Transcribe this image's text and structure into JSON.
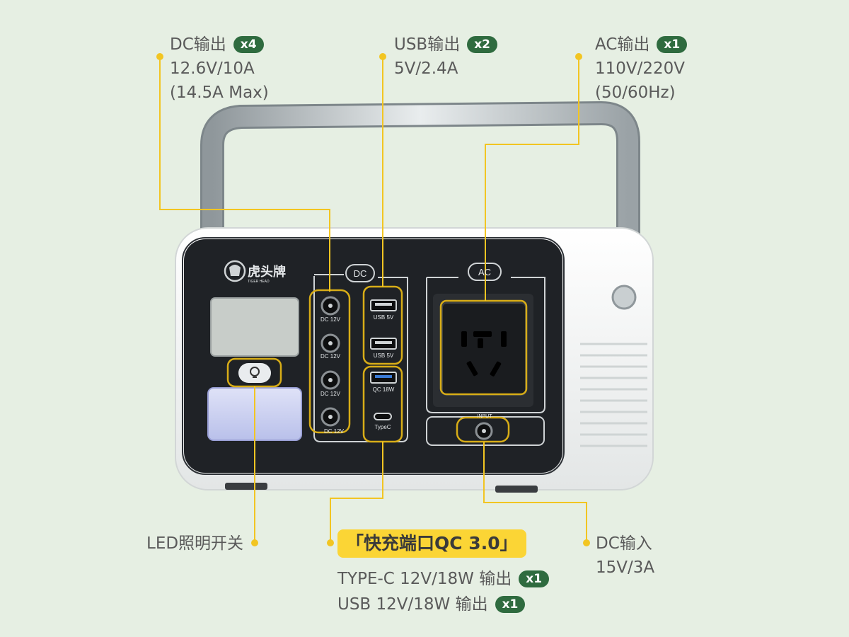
{
  "brand": {
    "logo_text": "虎头牌",
    "logo_sub": "TIGER HEAD"
  },
  "callouts": {
    "dc_out": {
      "title": "DC输出",
      "badge": "x4",
      "line1": "12.6V/10A",
      "line2": "(14.5A Max)"
    },
    "usb_out": {
      "title": "USB输出",
      "badge": "x2",
      "line1": "5V/2.4A"
    },
    "ac_out": {
      "title": "AC输出",
      "badge": "x1",
      "line1": "110V/220V",
      "line2": "(50/60Hz)"
    },
    "led": {
      "title": "LED照明开关"
    },
    "qc": {
      "title": "「快充端口QC 3.0」",
      "line1": "TYPE-C 12V/18W 输出",
      "badge1": "x1",
      "line2": "USB 12V/18W 输出",
      "badge2": "x1"
    },
    "dc_in": {
      "title": "DC输入",
      "line1": "15V/3A"
    }
  },
  "panel": {
    "dc_group_label": "DC",
    "ac_group_label": "AC",
    "dc_port_label": "DC 12V",
    "usb_port_label": "USB 5V",
    "qc_port_label": "QC 18W",
    "typec_label": "TypeC",
    "input_label": "INPUT"
  },
  "colors": {
    "background": "#e6efe3",
    "accent_yellow": "#f2c522",
    "badge_green": "#2f6b3f",
    "panel_dark": "#1f2226"
  }
}
